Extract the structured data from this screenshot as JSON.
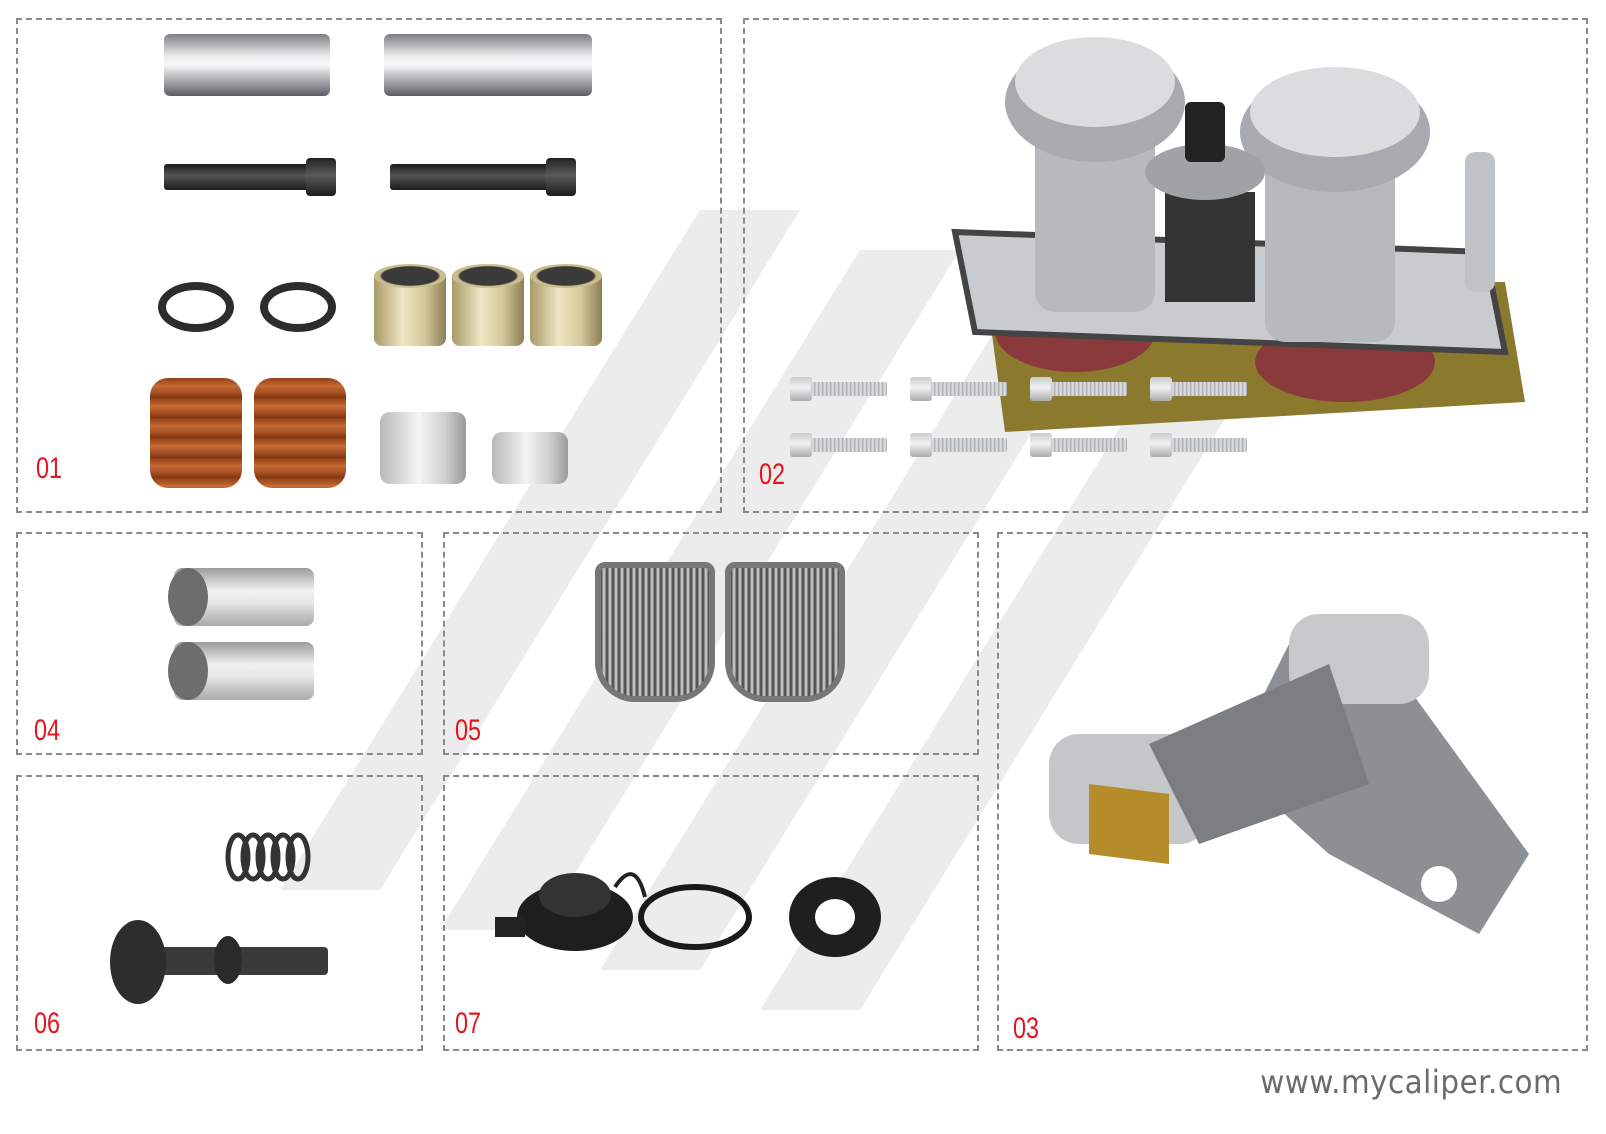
{
  "panels": [
    {
      "id": "01",
      "label": "01",
      "content": "Guide pins, bolts, seals, bushings, boots and caps kit"
    },
    {
      "id": "02",
      "label": "02",
      "content": "Caliper adjuster mechanism with 8 bolts"
    },
    {
      "id": "03",
      "label": "03",
      "content": "Caliper lever"
    },
    {
      "id": "04",
      "label": "04",
      "content": "Two rollers"
    },
    {
      "id": "05",
      "label": "05",
      "content": "Two needle bearings"
    },
    {
      "id": "06",
      "label": "06",
      "content": "Adjuster shaft with gear and spring"
    },
    {
      "id": "07",
      "label": "07",
      "content": "Cap with ring and oil seal"
    }
  ],
  "footer": {
    "url": "www.mycaliper.com"
  },
  "colors": {
    "label": "#e3161f",
    "border": "#8a8a8a",
    "url": "#6b6b6b"
  }
}
